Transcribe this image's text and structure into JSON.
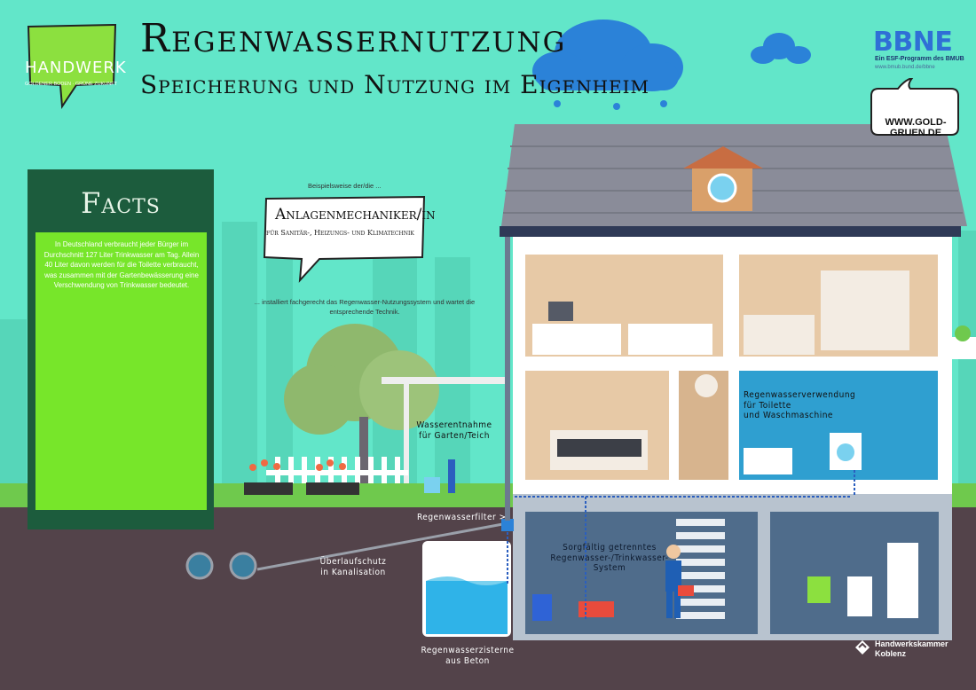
{
  "header": {
    "title": "Regenwassernutzung",
    "subtitle": "Speicherung und Nutzung im Eigenheim"
  },
  "logo": {
    "name": "HANDWERK",
    "tagline": "GOLDENER BODEN · GRÜNE ZUKUNFT"
  },
  "facts": {
    "title": "Facts",
    "text": "In Deutschland verbraucht jeder Bürger im Durchschnitt 127 Liter Trinkwasser am Tag. Allein 40 Liter davon werden für die Toilette verbraucht, was zusammen mit der Gartenbewässerung eine Verschwendung von Trinkwasser bedeutet."
  },
  "sponsor": {
    "name": "BBNE",
    "line1": "Ein ESF-Programm des BMUB",
    "url": "www.bmub.bund.de/bbne"
  },
  "website": "WWW.GOLD-GRUEN.DE",
  "profession": {
    "intro": "Beispielsweise der/die ...",
    "title": "Anlagenmechaniker/in",
    "subtitle": "für Sanitär-, Heizungs- und Klimatechnik",
    "outro": "... installiert fachgerecht das Regenwasser-Nutzungssystem und wartet die entsprechende Technik."
  },
  "labels": {
    "garden": "Wasserentnahme\nfür Garten/Teich",
    "filter": "Regenwasserfilter >",
    "overflow": "Überlaufschutz\nin Kanalisation",
    "cistern": "Regenwasserzisterne\naus Beton",
    "system": "Sorgfältig getrenntes\nRegenwasser-/Trinkwasser-\nSystem",
    "usage": "Regenwasserverwendung\nfür Toilette\nund Waschmaschine"
  },
  "footer": {
    "org1": "Handwerkskammer",
    "org2": "Koblenz"
  }
}
